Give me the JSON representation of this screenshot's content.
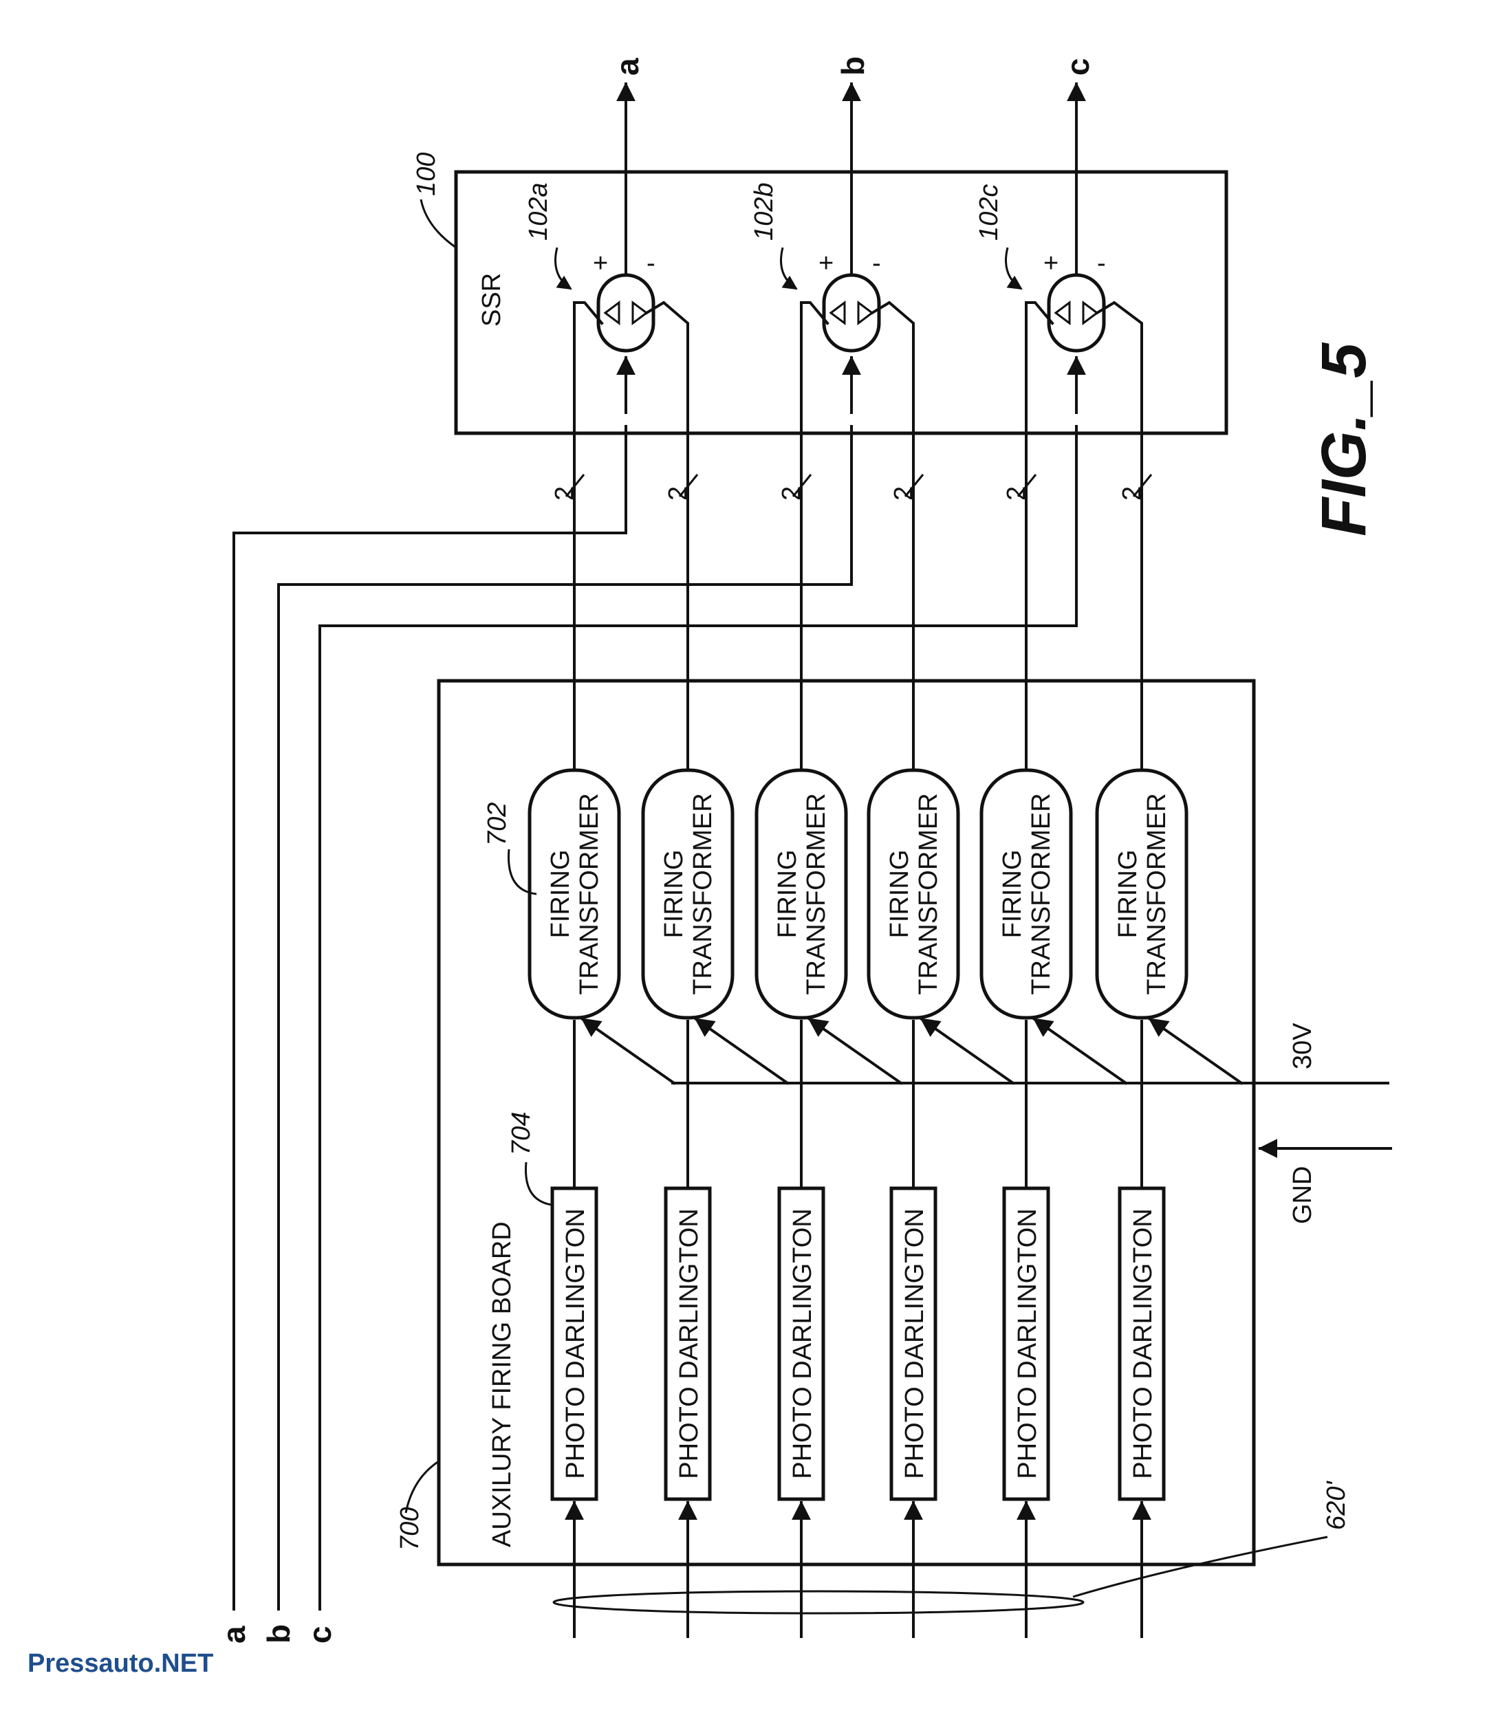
{
  "ssr": {
    "label": "SSR",
    "ref": "100"
  },
  "channels": [
    {
      "ref": "102a",
      "output": "a",
      "plus": "+",
      "minus": "-"
    },
    {
      "ref": "102b",
      "output": "b",
      "plus": "+",
      "minus": "-"
    },
    {
      "ref": "102c",
      "output": "c",
      "plus": "+",
      "minus": "-"
    }
  ],
  "bus_count_label": "2",
  "board": {
    "label": "AUXILURY FIRING BOARD",
    "ref": "700"
  },
  "firing_transformer": {
    "line1": "FIRING",
    "line2": "TRANSFORMER",
    "ref": "702"
  },
  "photo_darlington": {
    "label": "PHOTO DARLINGTON",
    "ref": "704"
  },
  "supply": {
    "v30": "30V",
    "gnd": "GND"
  },
  "input_bundle_ref": "620'",
  "phase_inputs": [
    "a",
    "b",
    "c"
  ],
  "figure_label": "FIG._5",
  "watermark": "Pressauto.NET"
}
